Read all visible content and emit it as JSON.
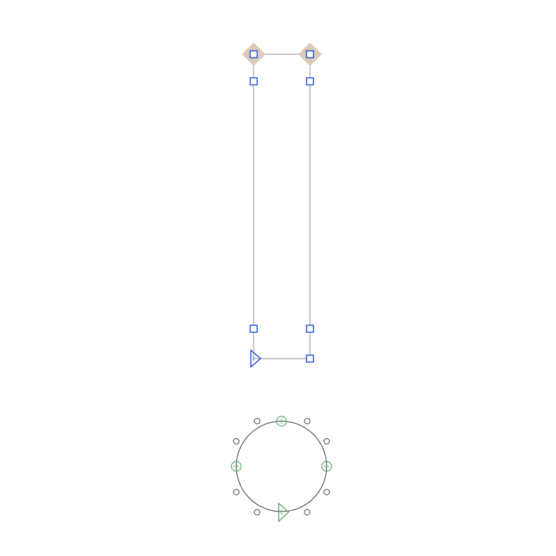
{
  "canvas": {
    "background": "#ffffff"
  },
  "colors": {
    "path_stroke": "#8a8a8a",
    "circle_stroke": "#2b2b2b",
    "selected_anchor_blue": "#1f4fd8",
    "corner_highlight": "#dccbb8",
    "circle_anchor_green": "#5aa86a",
    "control_point_stroke": "#333333"
  },
  "shapes": [
    {
      "name": "rectangle-path",
      "selected": true,
      "anchor_style": "square",
      "anchor_count": 4,
      "corner_widget_count": 2,
      "direction_marker": "triangle-start"
    },
    {
      "name": "circle-path",
      "selected": true,
      "anchor_style": "circle",
      "anchor_count": 4,
      "control_point_count": 8,
      "direction_marker": "triangle-start"
    }
  ]
}
